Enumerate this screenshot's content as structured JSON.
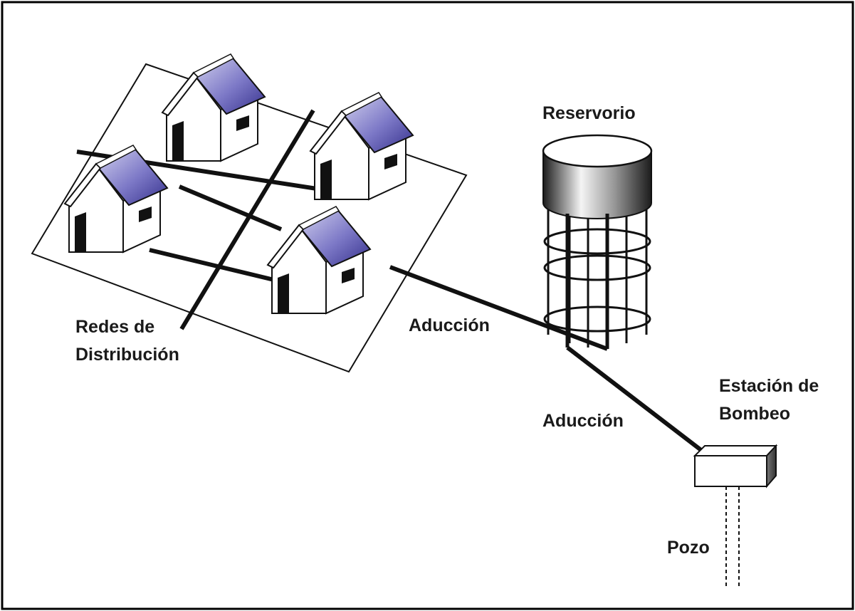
{
  "labels": {
    "reservoir": "Reservorio",
    "distribution_line1": "Redes de",
    "distribution_line2": "Distribución",
    "adduction_upper": "Aducción",
    "adduction_lower": "Aducción",
    "pump_station_line1": "Estación de",
    "pump_station_line2": "Bombeo",
    "well": "Pozo"
  },
  "colors": {
    "roof_light": "#c9c8ea",
    "roof_mid": "#7a76c4",
    "roof_dark": "#3b3592",
    "ink": "#111111",
    "tank_dark": "#222222"
  }
}
